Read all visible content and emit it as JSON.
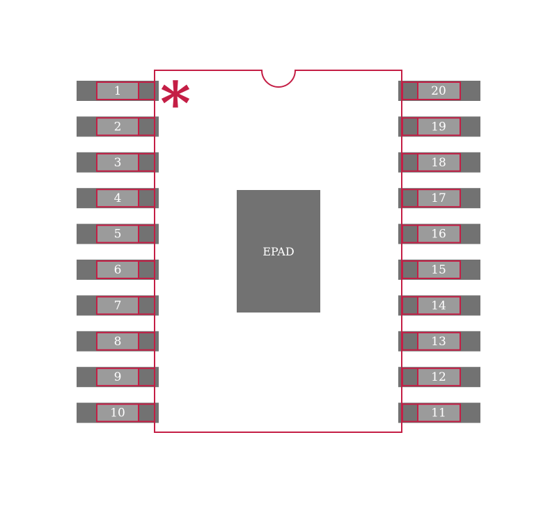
{
  "colors": {
    "background": "#ffffff",
    "pad_dark": "#727272",
    "pin_light": "#9b9b9b",
    "outline": "#c41e45",
    "label": "#ffffff"
  },
  "package": {
    "epad_label": "EPAD",
    "pin1_marker": "*",
    "left_pins": [
      "1",
      "2",
      "3",
      "4",
      "5",
      "6",
      "7",
      "8",
      "9",
      "10"
    ],
    "right_pins": [
      "20",
      "19",
      "18",
      "17",
      "16",
      "15",
      "14",
      "13",
      "12",
      "11"
    ]
  }
}
